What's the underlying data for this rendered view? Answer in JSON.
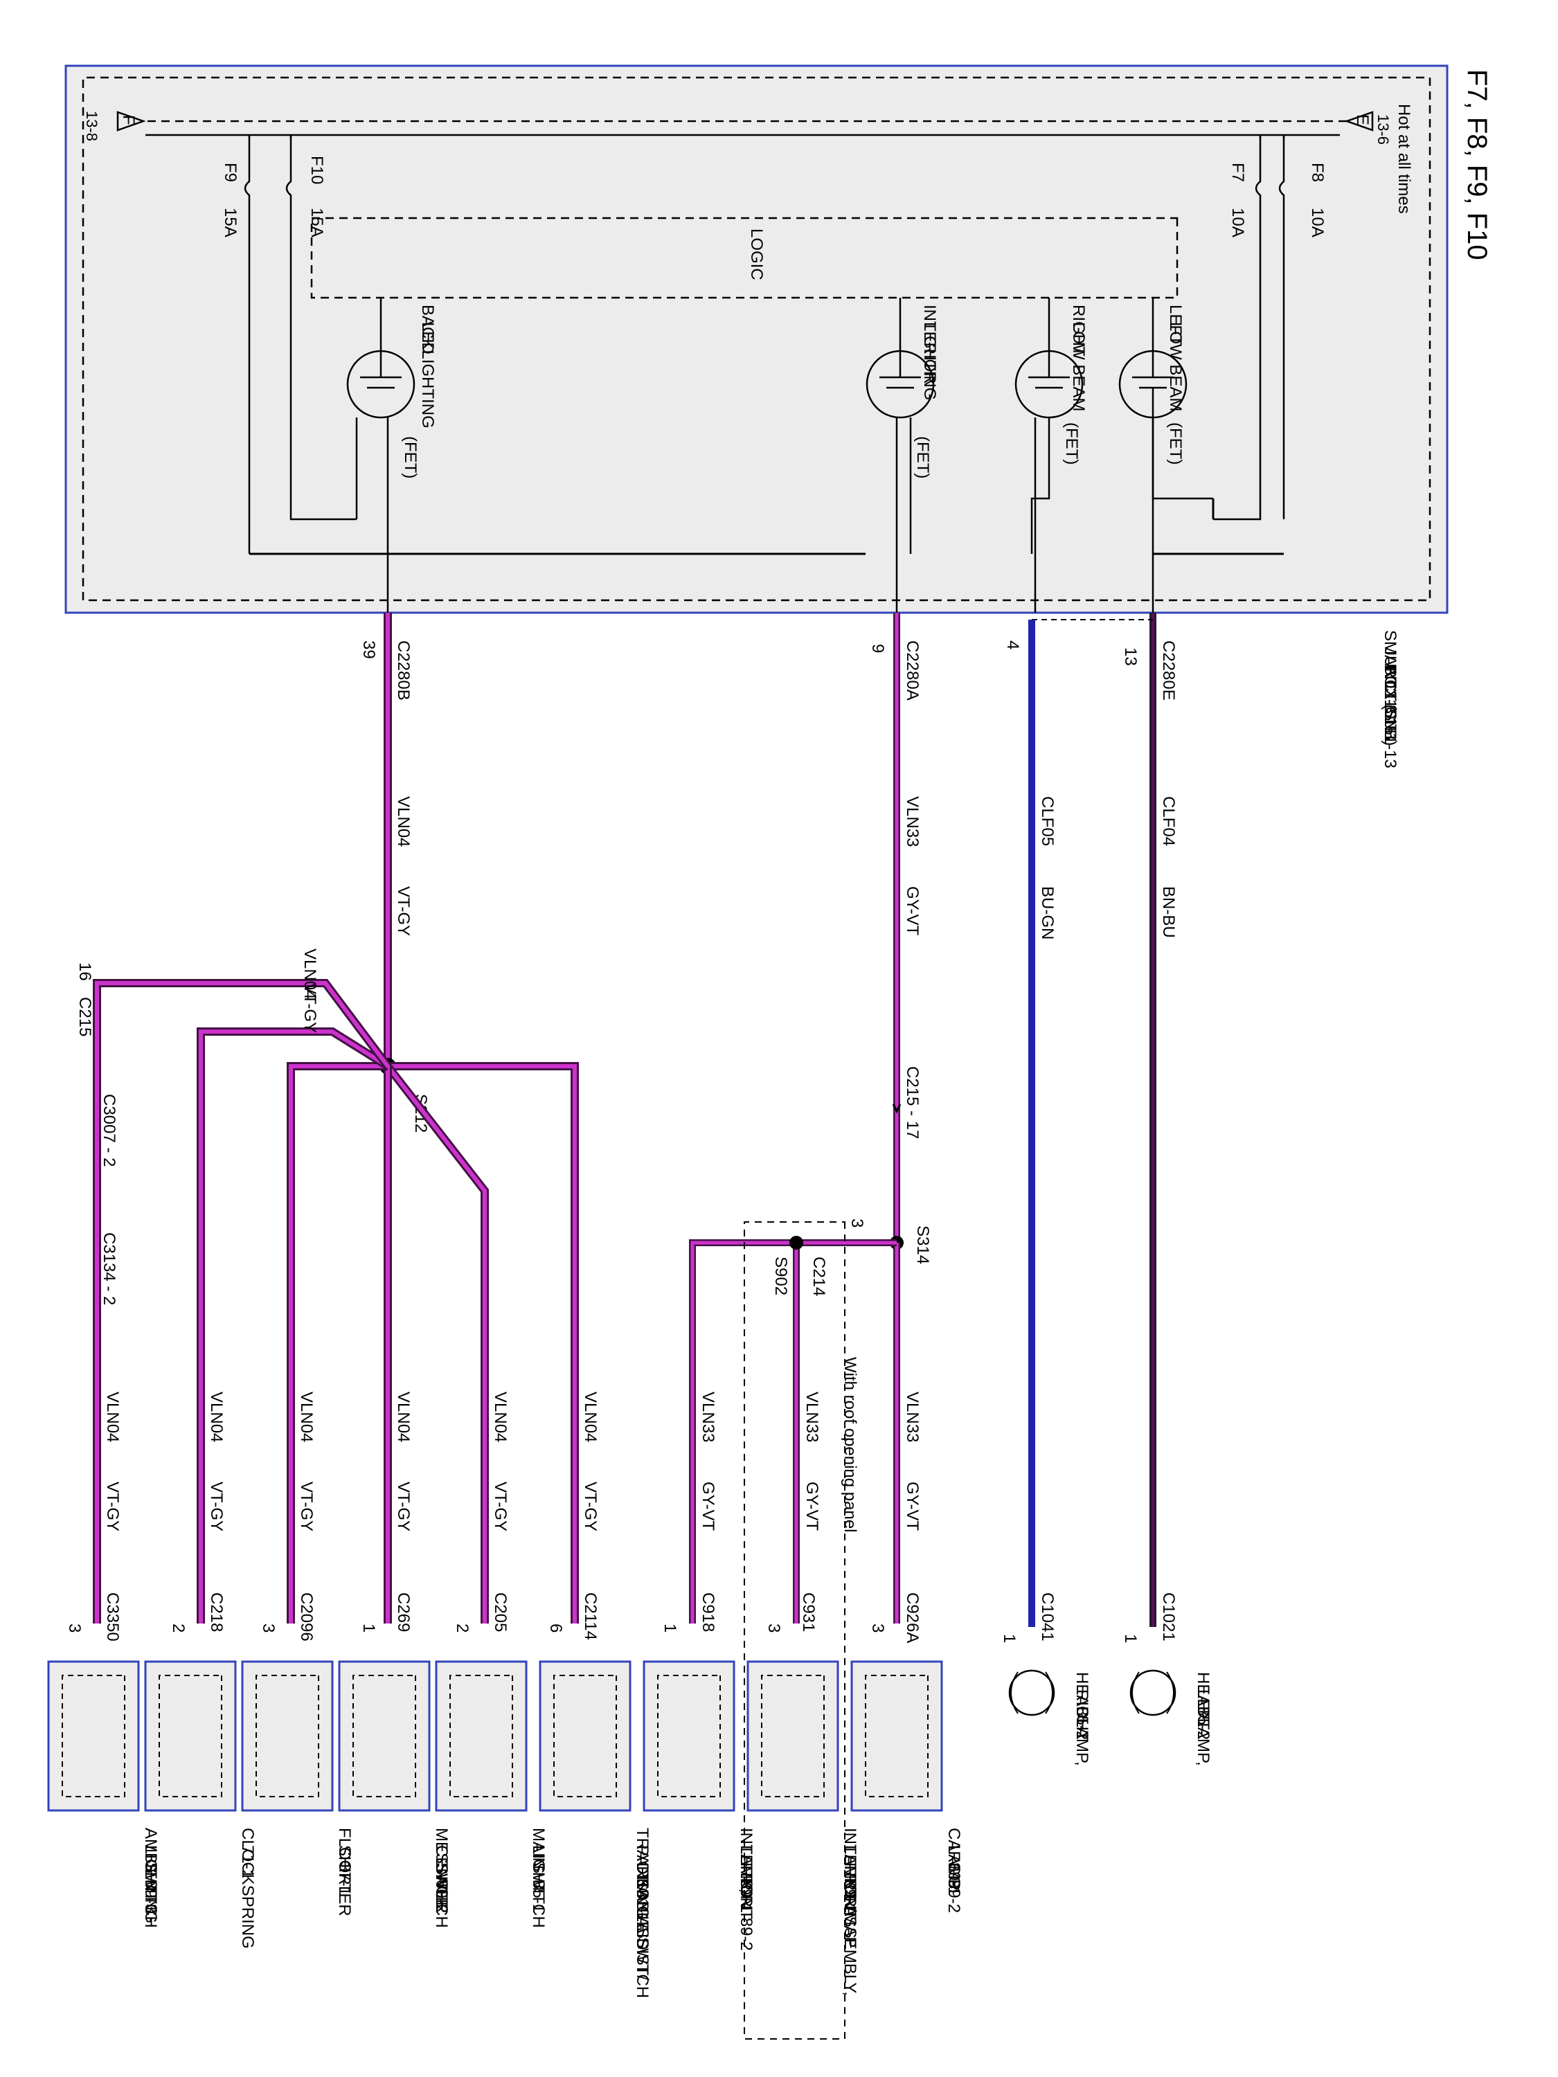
{
  "page_title": "F7, F8, F9, F10",
  "sjb": {
    "name_lines": [
      "SMART",
      "JUNCTION",
      "BOX (SJB)",
      "11-3",
      "151-1",
      "151-13"
    ],
    "hot_label": "Hot at all times",
    "bus_e_letter": "E",
    "bus_e_ref": "13-6",
    "bus_f_letter": "F",
    "bus_f_ref": "13-8",
    "logic_label": "LOGIC",
    "fuses": [
      {
        "id": "F8",
        "rating": "10A"
      },
      {
        "id": "F7",
        "rating": "10A"
      },
      {
        "id": "F10",
        "rating": "15A"
      },
      {
        "id": "F9",
        "rating": "15A"
      }
    ],
    "fets": [
      {
        "lines": [
          "LEFT",
          "LOW BEAM"
        ],
        "type": "(FET)"
      },
      {
        "lines": [
          "RIGHT",
          "LOW BEAM"
        ],
        "type": "(FET)"
      },
      {
        "lines": [
          "INTERIOR",
          "LIGHTING"
        ],
        "type": "(FET)"
      },
      {
        "lines": [
          "BACKLIGHTING",
          "LED"
        ],
        "type": "(FET)"
      }
    ]
  },
  "wires": [
    {
      "connector": "C2280E",
      "pin": "13",
      "circuit": "CLF04",
      "color": "BN-BU"
    },
    {
      "connector": "",
      "pin": "4",
      "circuit": "CLF05",
      "color": "BU-GN"
    },
    {
      "connector": "C2280A",
      "pin": "9",
      "circuit": "VLN33",
      "color": "GY-VT"
    },
    {
      "connector": "C2280B",
      "pin": "39",
      "circuit": "VLN04",
      "color": "VT-GY"
    }
  ],
  "inline": {
    "c215_17": "C215  -  17",
    "s314": "S314",
    "c214": "C214",
    "c214_pin": "3",
    "s902": "S902",
    "roof_note": "With roof opening panel",
    "s212": "S212",
    "c215": "C215",
    "c215_pin": "16",
    "branch_circuit": "VLN04",
    "branch_color": "VT-GY",
    "c3007": "C3007  -  2",
    "c3134": "C3134  -  2"
  },
  "branch_wires": [
    {
      "circuit": "VLN33",
      "color": "GY-VT"
    },
    {
      "circuit": "VLN33",
      "color": "GY-VT"
    },
    {
      "circuit": "VLN33",
      "color": "GY-VT"
    },
    {
      "circuit": "VLN04",
      "color": "VT-GY"
    },
    {
      "circuit": "VLN04",
      "color": "VT-GY"
    },
    {
      "circuit": "VLN04",
      "color": "VT-GY"
    },
    {
      "circuit": "VLN04",
      "color": "VT-GY"
    },
    {
      "circuit": "VLN04",
      "color": "VT-GY"
    },
    {
      "circuit": "VLN04",
      "color": "VT-GY"
    }
  ],
  "components": [
    {
      "connector": "C1021",
      "pin": "1",
      "lines": [
        "HEADLAMP,",
        "LEFT",
        "85-2"
      ]
    },
    {
      "connector": "C1041",
      "pin": "1",
      "lines": [
        "HEADLAMP,",
        "RIGHT",
        "85-2"
      ]
    },
    {
      "connector": "C926A",
      "pin": "3",
      "lines": [
        "CARGO",
        "LAMP",
        "89-1",
        "89-2"
      ]
    },
    {
      "connector": "C931",
      "pin": "3",
      "lines": [
        "INTERIOR/MAP",
        "LAMPS ASSEMBLY,",
        "FRONT",
        "89-1"
      ]
    },
    {
      "connector": "C918",
      "pin": "1",
      "lines": [
        "INTERIOR",
        "LAMP,",
        "FRONT",
        "89-1   89-2"
      ]
    },
    {
      "connector": "C2114",
      "pin": "6",
      "lines": [
        "TRACTION ASSIST/",
        "PARKING AID",
        "DISABLE SWTCH",
        "131-1"
      ]
    },
    {
      "connector": "C205",
      "pin": "2",
      "lines": [
        "MAIN",
        "LIGHT",
        "SWITCH",
        "85-1"
      ]
    },
    {
      "connector": "C269",
      "pin": "1",
      "lines": [
        "MESSAGE",
        "CENTER",
        "SWITCH",
        "60-2"
      ]
    },
    {
      "connector": "C2096",
      "pin": "3",
      "lines": [
        "FLOOR",
        "SHIFTER",
        "37-1"
      ]
    },
    {
      "connector": "C218",
      "pin": "2",
      "lines": [
        "CLOCKSPRING",
        "71-1"
      ]
    },
    {
      "connector": "C3350",
      "pin": "3",
      "lines": [
        "AMBIENT",
        "LIGHTING",
        "SWITCH",
        "89-3"
      ]
    }
  ],
  "colors": {
    "violet": "#cc33cc",
    "blue": "#2222aa",
    "brown": "#2a1533",
    "box_border": "#3344bb",
    "box_fill": "#ececec"
  }
}
